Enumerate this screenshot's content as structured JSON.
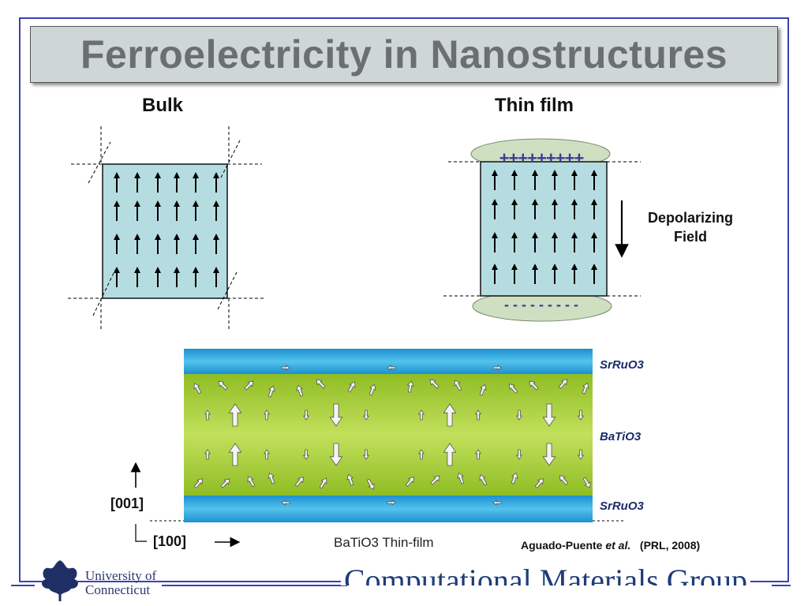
{
  "title": "Ferroelectricity in Nanostructures",
  "bulk_label": "Bulk",
  "film_label": "Thin film",
  "top_charges": "+++++++++",
  "bottom_charges": "- - - - - - - - -",
  "depolarizing_line1": "Depolarizing",
  "depolarizing_line2": "Field",
  "materials": {
    "top": "SrRuO3",
    "middle": "BaTiO3",
    "bottom": "SrRuO3"
  },
  "axis": {
    "vertical": "[001]",
    "horizontal": "[100]"
  },
  "caption": "BaTiO3 Thin-film",
  "citation": {
    "authors": "Aguado-Puente",
    "etal": "et al.",
    "ref": "(PRL, 2008)"
  },
  "footer": {
    "university_line1": "University of",
    "university_line2": "Connecticut",
    "group": "Computational Materials Group"
  },
  "colors": {
    "frame": "#3a44b0",
    "box_fill": "#b5dde1",
    "electrode": "#2aa0d6",
    "film": "#a8cc3a",
    "title_bg": "#cfd6d6"
  }
}
